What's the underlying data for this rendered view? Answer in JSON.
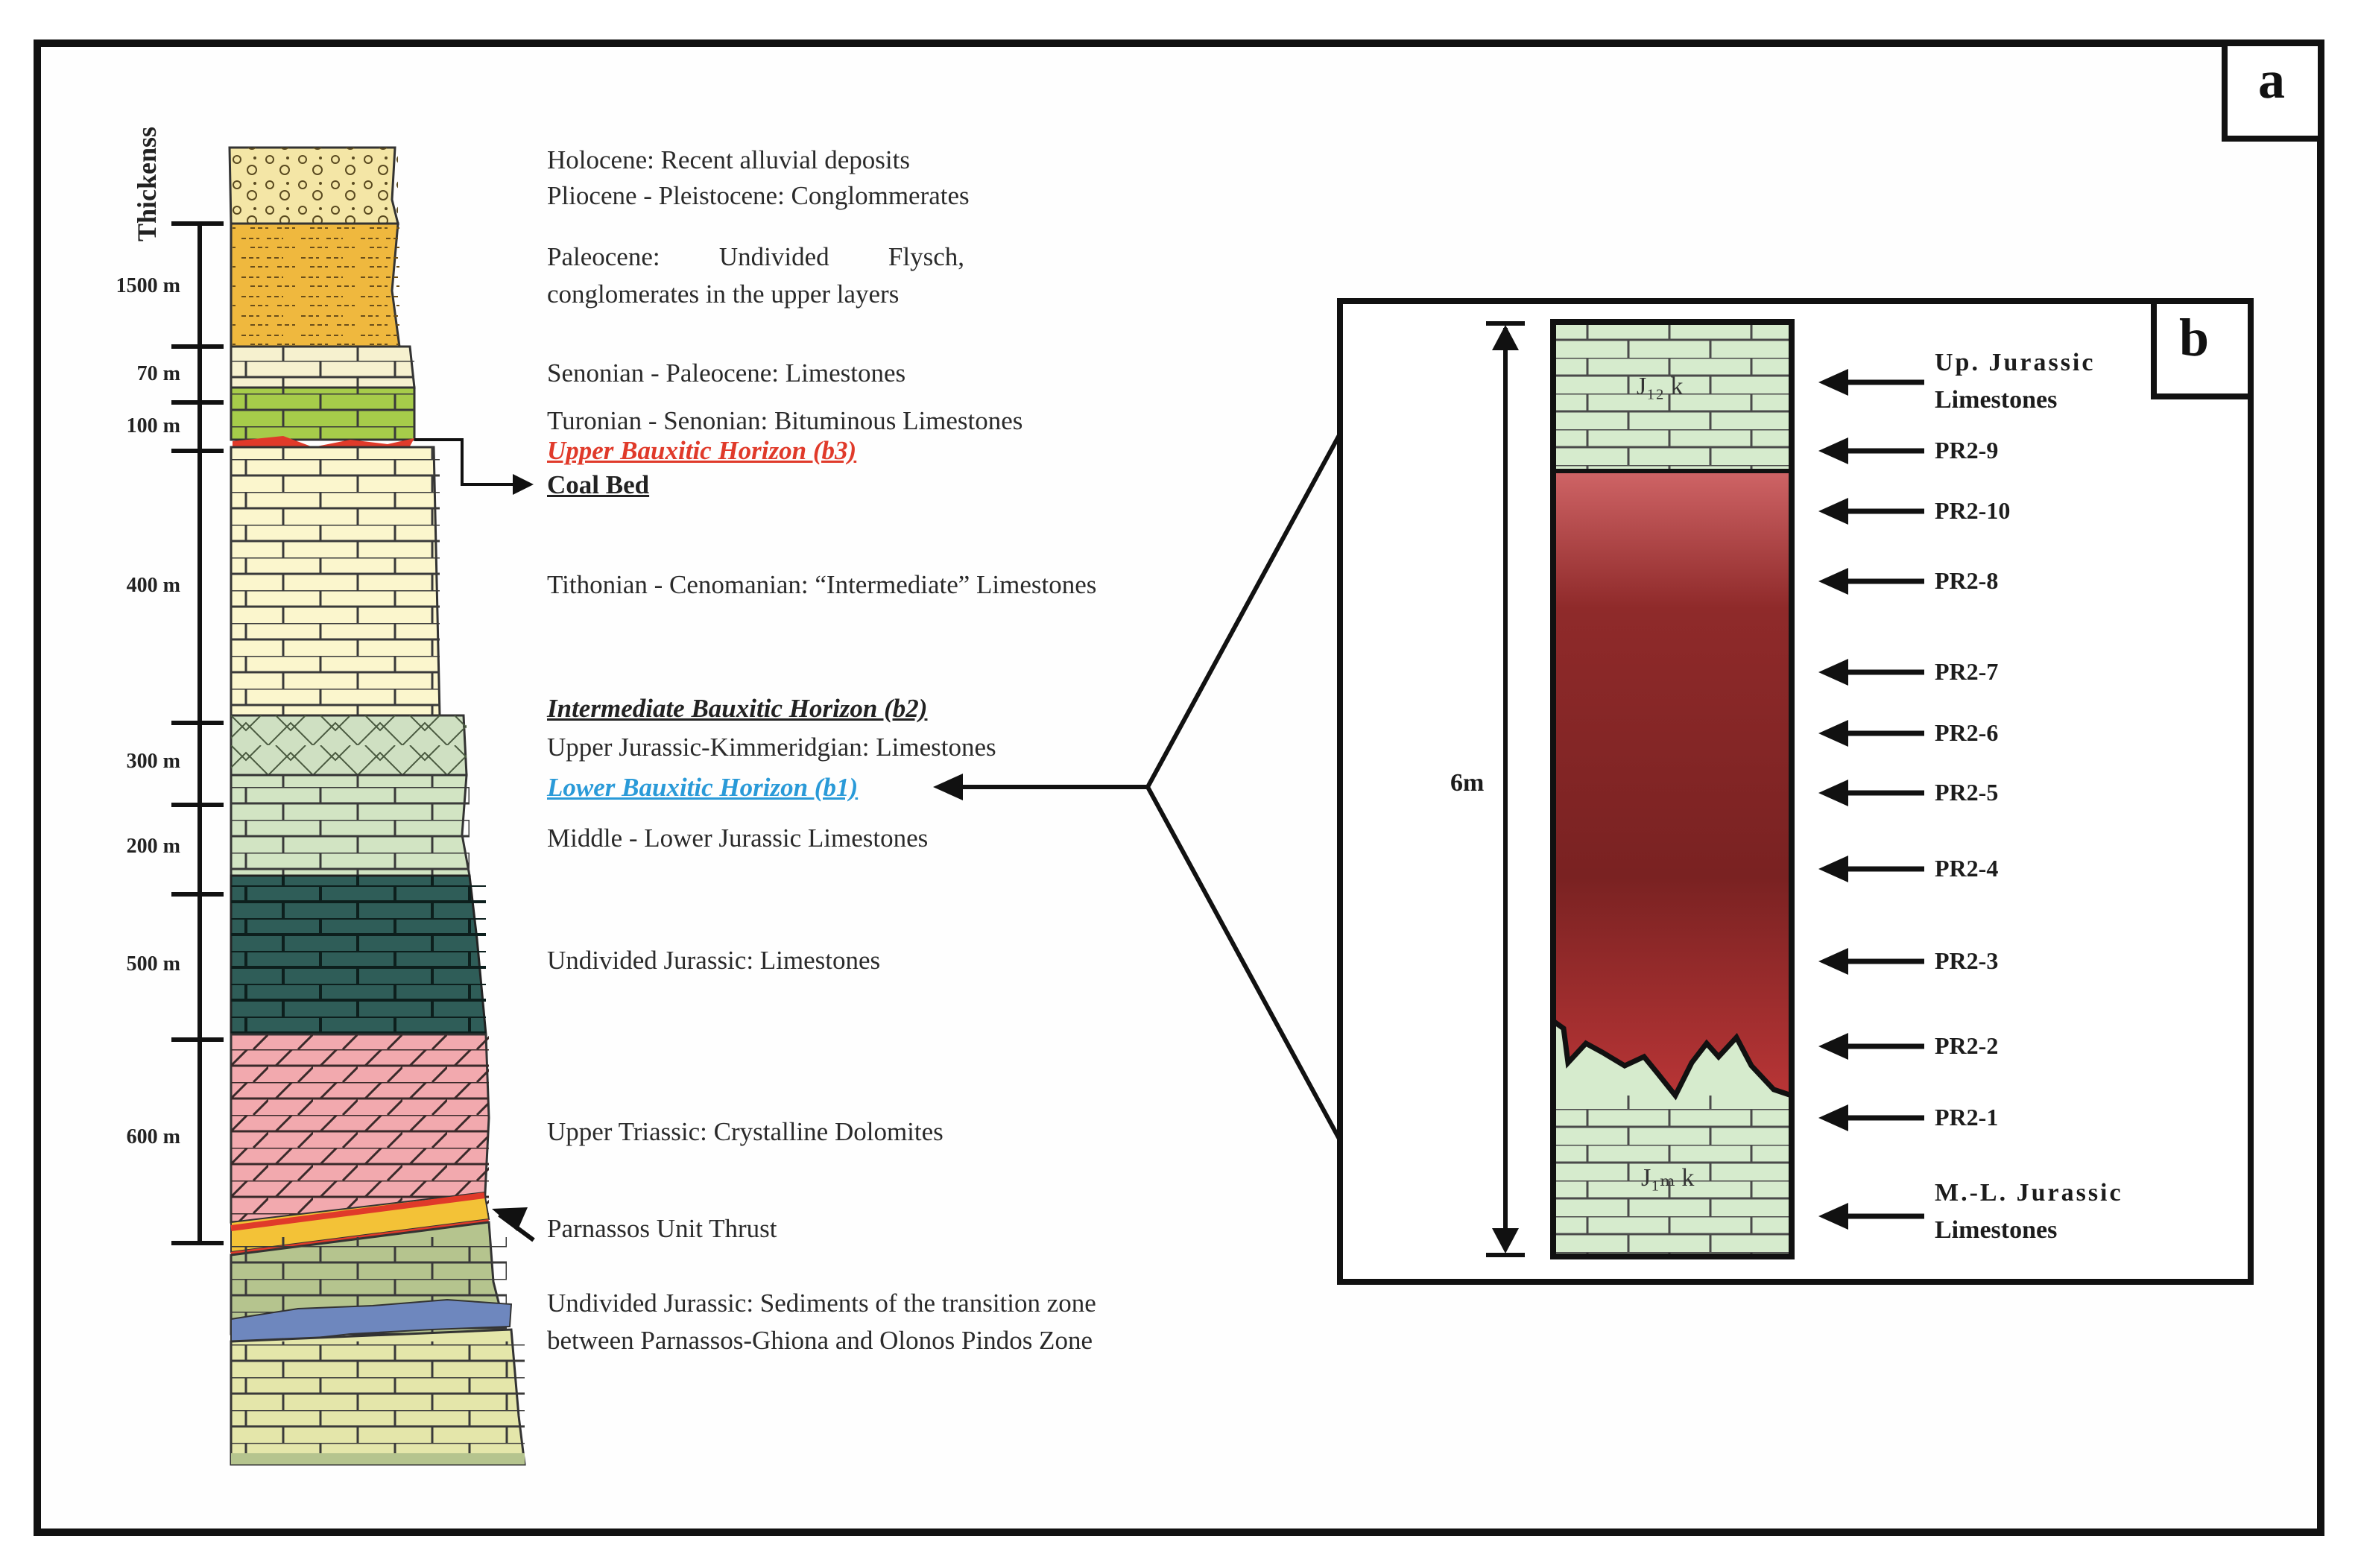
{
  "panel_a": {
    "letter": "a",
    "thickness_title": "Thickenss",
    "thickness_labels": [
      "1500 m",
      "70 m",
      "100 m",
      "400 m",
      "300 m",
      "200 m",
      "500 m",
      "600 m"
    ],
    "units": {
      "holocene": "Holocene: Recent alluvial deposits",
      "pliocene": "Pliocene - Pleistocene: Conglommerates",
      "paleocene_1": "Paleocene: Undivided Flysch,",
      "paleocene_2": "conglomerates in the upper layers",
      "senonian": "Senonian - Paleocene: Limestones",
      "turonian": "Turonian - Senonian: Bituminous Limestones",
      "b3": "Upper Bauxitic Horizon (b3)",
      "coal": "Coal Bed",
      "tithonian": "Tithonian - Cenomanian: “Intermediate” Limestones",
      "b2": "Intermediate Bauxitic Horizon (b2)",
      "upper_jurassic": "Upper Jurassic-Kimmeridgian: Limestones",
      "b1": "Lower Bauxitic Horizon (b1)",
      "middle_lower_jurassic": "Middle - Lower Jurassic Limestones",
      "undivided_jurassic": "Undivided Jurassic: Limestones",
      "upper_triassic": "Upper Triassic: Crystalline Dolomites",
      "thrust": "Parnassos Unit Thrust",
      "transition_1": "Undivided Jurassic: Sediments of the transition zone",
      "transition_2": "between Parnassos-Ghiona and Olonos Pindos Zone"
    }
  },
  "panel_b": {
    "letter": "b",
    "thickness": "6m",
    "top_unit": "J₁₂ k",
    "bottom_unit": "J₁ₘ k",
    "top_label_1": "Up. Jurassic",
    "top_label_2": "Limestones",
    "bottom_label_1": "M.-L. Jurassic",
    "bottom_label_2": "Limestones",
    "samples": [
      "PR2-9",
      "PR2-10",
      "PR2-8",
      "PR2-7",
      "PR2-6",
      "PR2-5",
      "PR2-4",
      "PR2-3",
      "PR2-2",
      "PR2-1"
    ]
  },
  "colors": {
    "frame": "#111111",
    "conglomerate": "#f4e6a6",
    "flysch": "#efb83e",
    "senonian": "#f6f1cf",
    "bituminous": "#a6cc4a",
    "intermediate": "#fbf6cd",
    "upper_jurassic": "#cfe0c2",
    "ml_jurassic": "#d2e4c3",
    "undivided_jurassic": "#2f5d58",
    "dolomite": "#f2a9ae",
    "thrust": "#e03a2a",
    "thrust_fill": "#f3c237",
    "transition": "#b5c48e",
    "transition_band": "#6e87be",
    "basal": "#e4e6aa",
    "bauxite_top": "#cf6466",
    "bauxite_mid": "#7e2121",
    "bauxite_bottom": "#8a2224",
    "limestone_b": "#d6ebcd"
  }
}
